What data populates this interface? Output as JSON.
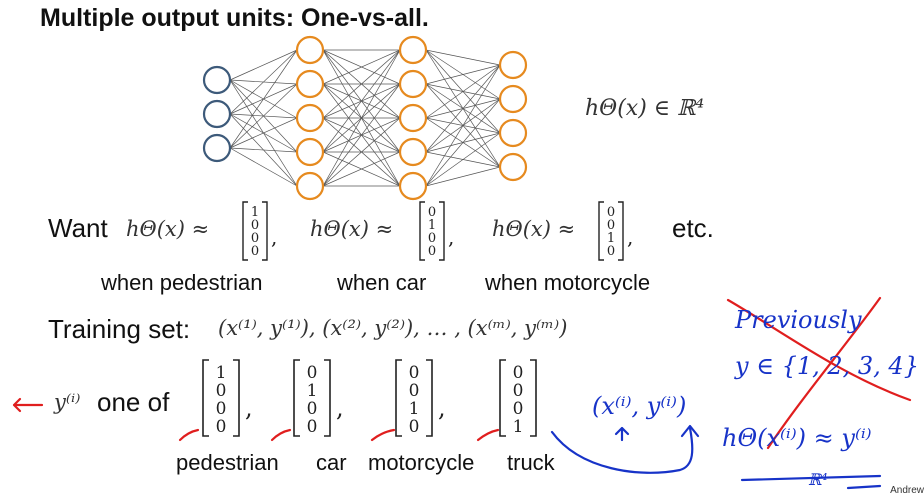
{
  "slide": {
    "title": "Multiple output units: One-vs-all.",
    "hypothesis_label": "hΘ(x) ∈ ℝ⁴",
    "want_label": "Want",
    "want_items": [
      {
        "expr": "hΘ(x) ≈",
        "vector": [
          "1",
          "0",
          "0",
          "0"
        ],
        "caption": "when pedestrian"
      },
      {
        "expr": "hΘ(x) ≈",
        "vector": [
          "0",
          "1",
          "0",
          "0"
        ],
        "caption": "when car"
      },
      {
        "expr": "hΘ(x) ≈",
        "vector": [
          "0",
          "0",
          "1",
          "0"
        ],
        "caption": "when motorcycle"
      }
    ],
    "etc_label": "etc.",
    "training_label": "Training set:",
    "training_expr": "(x⁽¹⁾, y⁽¹⁾), (x⁽²⁾, y⁽²⁾), … , (x⁽ᵐ⁾, y⁽ᵐ⁾)",
    "yi_label": "y⁽ⁱ⁾",
    "one_of_label": "one of",
    "label_vectors": [
      {
        "vector": [
          "1",
          "0",
          "0",
          "0"
        ],
        "caption": "pedestrian"
      },
      {
        "vector": [
          "0",
          "1",
          "0",
          "0"
        ],
        "caption": "car"
      },
      {
        "vector": [
          "0",
          "0",
          "1",
          "0"
        ],
        "caption": "motorcycle"
      },
      {
        "vector": [
          "0",
          "0",
          "0",
          "1"
        ],
        "caption": "truck"
      }
    ],
    "footer": "Andrew"
  },
  "network": {
    "layers": [
      3,
      5,
      5,
      4
    ],
    "input_color": "#3d5a7a",
    "hidden_color": "#e68a1f",
    "edge_color": "#555555"
  },
  "annotations": {
    "pen_blue": "#1733c8",
    "pen_red": "#e01e1e",
    "previously": "Previously",
    "y_set": "y ∈ {1, 2, 3, 4}",
    "pair": "(x⁽ⁱ⁾, y⁽ⁱ⁾)",
    "approx": "hΘ(x⁽ⁱ⁾) ≈ y⁽ⁱ⁾",
    "r4": "ℝ⁴"
  }
}
